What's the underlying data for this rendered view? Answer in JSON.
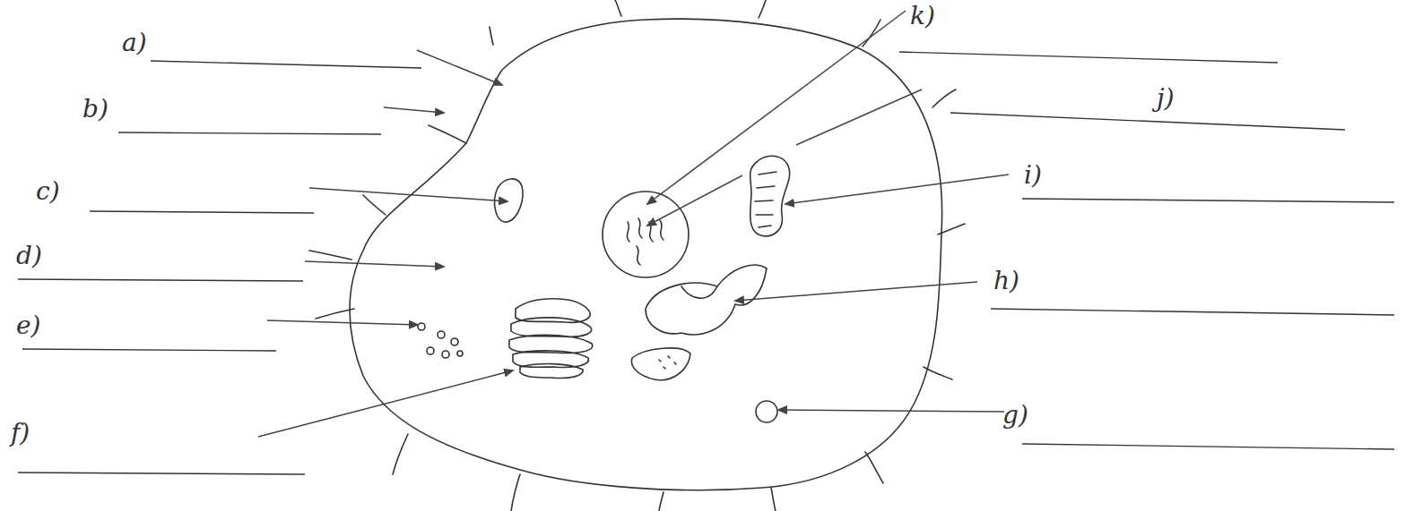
{
  "diagram": {
    "labels": [
      "a)",
      "b)",
      "c)",
      "d)",
      "e)",
      "f)",
      "g)",
      "h)",
      "i)",
      "j)",
      "k)"
    ]
  }
}
